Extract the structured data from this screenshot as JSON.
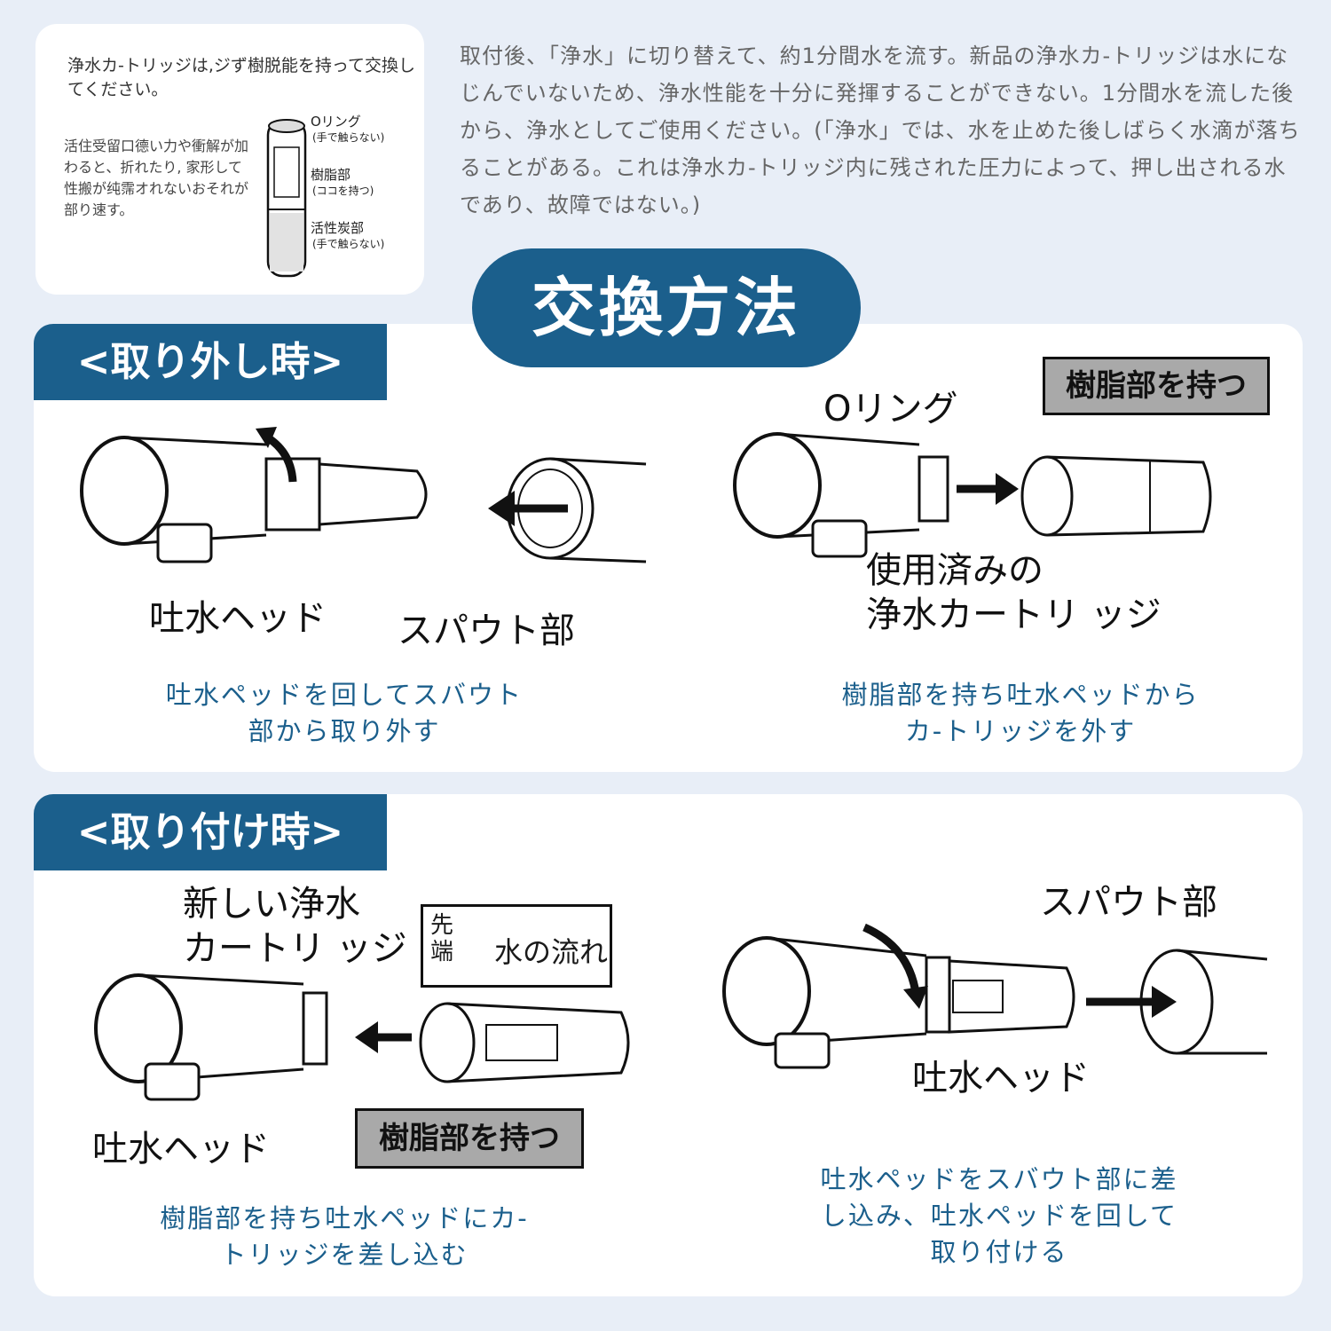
{
  "note": {
    "title": "浄水カ-トリッジは,ジず樹脱能を持って交換してください。",
    "body": "活住受留口德い力や衝解が加わると、折れたり, 家形して性搬が纯霈オれないおそれが部り速す。",
    "ring_label": "Oリング",
    "ring_sub": "(手で触らない)",
    "resin_label": "樹脂部",
    "resin_sub": "(ココを持つ)",
    "carbon_label": "活性炭部",
    "carbon_sub": "(手で触らない)"
  },
  "intro_text": "取付後、「浄水」に切り替えて、約1分間水を流す。新品の浄水カ-トリッジは水になじんでいないため、浄水性能を十分に発揮することができない。1分間水を流した後から、浄水としてご使用ください。(「浄水」では、水を止めた後しばらく水滴が落ちることがある。これは浄水カ-トリッジ内に残された圧力によって、押し出される水であり、故障ではない。)",
  "main_title": "交換方法",
  "removal": {
    "tab": "<取り外し時>",
    "step1": {
      "head_label": "吐水ヘッド",
      "spout_label": "スパウト部",
      "caption": "吐水ペッドを回してスバウト部から取り外す"
    },
    "step2": {
      "oring_label": "Oリング",
      "hold_label": "樹脂部を持つ",
      "used_label_1": "使用済みの",
      "used_label_2": "浄水カートリ ッジ",
      "caption": "樹脂部を持ち吐水ペッドからカ-トリッジを外す"
    }
  },
  "install": {
    "tab": "<取り付け時>",
    "step1": {
      "new_label_1": "新しい浄水",
      "new_label_2": "カートリ ッジ",
      "tip_label": "先端",
      "flow_label": "水の流れ",
      "head_label": "吐水ヘッド",
      "hold_label": "樹脂部を持つ",
      "caption": "樹脂部を持ち吐水ペッドにカ-トリッジを差し込む"
    },
    "step2": {
      "spout_label": "スパウト部",
      "head_label": "吐水ヘッド",
      "caption": "吐水ペッドをスバウト部に差し込み、吐水ペッドを回して取り付ける"
    }
  },
  "colors": {
    "accent": "#1b5f8c",
    "background": "#e8eef7",
    "hold_box": "#a9a9a9"
  }
}
